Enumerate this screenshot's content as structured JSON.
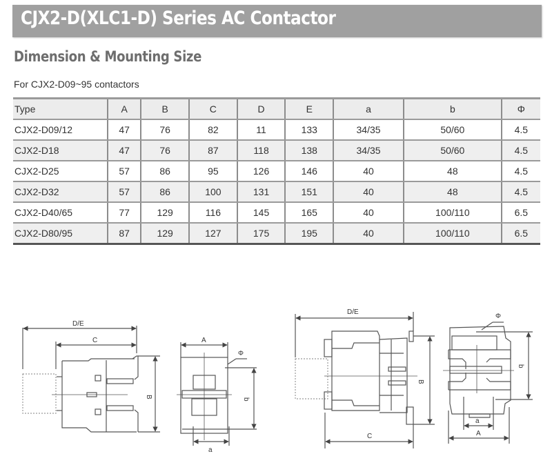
{
  "header": {
    "title": "CJX2-D(XLC1-D) Series AC Contactor",
    "bar_color": "#a0a0a0"
  },
  "section": {
    "title": "Dimension & Mounting Size",
    "subtitle": "For CJX2-D09~95 contactors"
  },
  "table": {
    "columns": [
      "Type",
      "A",
      "B",
      "C",
      "D",
      "E",
      "a",
      "b",
      "Φ"
    ],
    "rows": [
      [
        "CJX2-D09/12",
        "47",
        "76",
        "82",
        "11",
        "133",
        "34/35",
        "50/60",
        "4.5"
      ],
      [
        "CJX2-D18",
        "47",
        "76",
        "87",
        "118",
        "138",
        "34/35",
        "50/60",
        "4.5"
      ],
      [
        "CJX2-D25",
        "57",
        "86",
        "95",
        "126",
        "146",
        "40",
        "48",
        "4.5"
      ],
      [
        "CJX2-D32",
        "57",
        "86",
        "100",
        "131",
        "151",
        "40",
        "48",
        "4.5"
      ],
      [
        "CJX2-D40/65",
        "77",
        "129",
        "116",
        "145",
        "165",
        "40",
        "100/110",
        "6.5"
      ],
      [
        "CJX2-D80/95",
        "87",
        "129",
        "127",
        "175",
        "195",
        "40",
        "100/110",
        "6.5"
      ]
    ]
  },
  "diagrams": {
    "small_side": {
      "label_de": "D/E",
      "label_c": "C",
      "label_b": "B"
    },
    "small_front": {
      "label_a_upper": "A",
      "label_phi": "Φ",
      "label_b_lower": "b",
      "label_a_lower": "a"
    },
    "large_side": {
      "label_de": "D/E",
      "label_c": "C",
      "label_b": "B"
    },
    "large_front": {
      "label_phi": "Φ",
      "label_b_lower": "b",
      "label_a_lower": "a",
      "label_a_upper": "A"
    }
  }
}
